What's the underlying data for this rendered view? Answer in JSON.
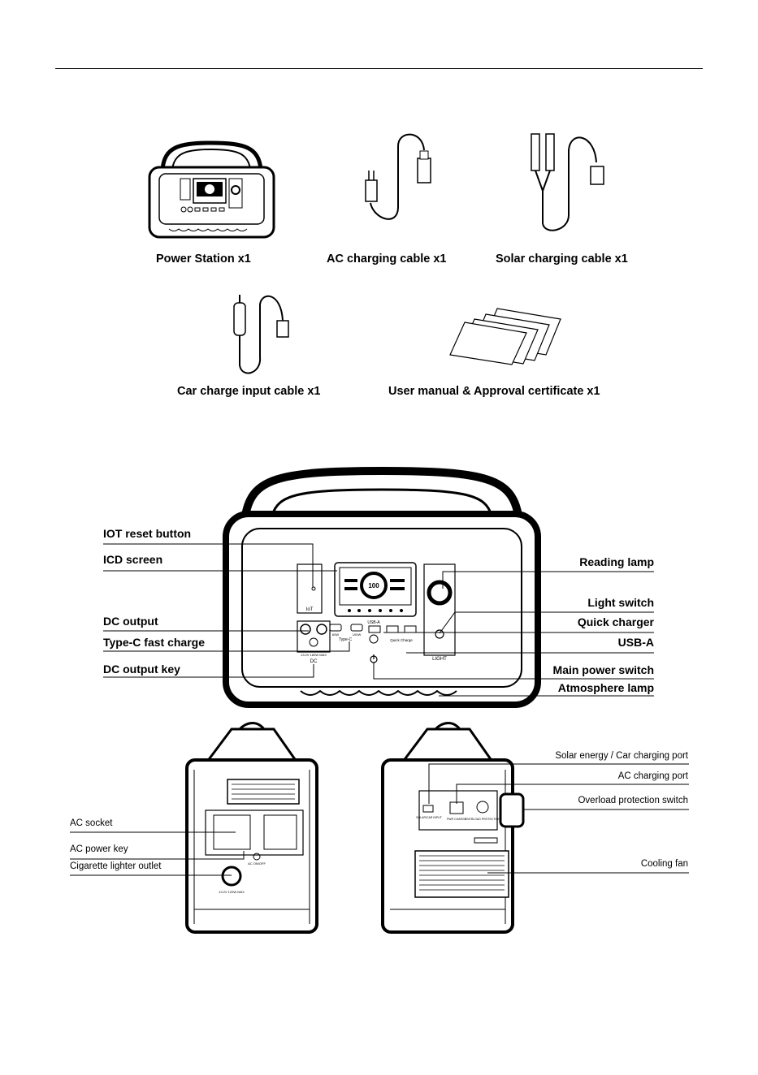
{
  "package_contents": [
    {
      "label": "Power Station  x1"
    },
    {
      "label": "AC charging cable  x1"
    },
    {
      "label": "Solar charging cable  x1"
    },
    {
      "label": "Car charge input cable  x1"
    },
    {
      "label": "User manual & Approval certificate  x1"
    }
  ],
  "front_panel": {
    "left_callouts": [
      "IOT reset button",
      "ICD screen",
      "DC output",
      "Type-C fast charge",
      "DC output key"
    ],
    "right_callouts": [
      "Reading lamp",
      "Light switch",
      "Quick charger",
      "USB-A",
      "Main power switch",
      "Atmosphere lamp"
    ],
    "panel_text": {
      "iot": "IoT",
      "usba": "USB-A",
      "typec": "Type-C",
      "quick_charge": "Quick Charge",
      "dc": "DC",
      "dc_spec": "13.2V 180W MAX",
      "light": "LIGHT",
      "pd1": "60W",
      "pd2": "100W",
      "lcd_percent": "100"
    }
  },
  "side_left": {
    "callouts": [
      "AC socket",
      "AC power key",
      "Cigarette lighter outlet"
    ],
    "panel_text": {
      "ac_key": "AC ON/OFF",
      "cig_spec": "13.2V 120W MAX"
    }
  },
  "side_right": {
    "callouts": [
      "Solar energy / Car charging port",
      "AC charging port",
      "Overload protection switch",
      "Cooling fan"
    ],
    "panel_text": {
      "solar_in": "SOLAR/CAR INPUT",
      "ac_in": "PWR CHARGE",
      "overload": "OVERLOAD PROTECTION"
    }
  }
}
